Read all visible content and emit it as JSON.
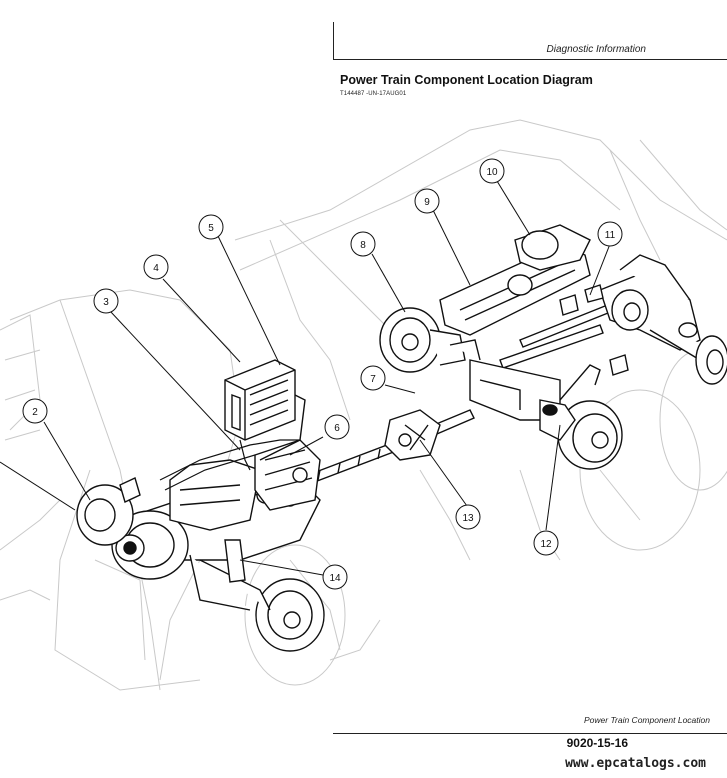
{
  "header": {
    "section": "Diagnostic Information"
  },
  "title": "Power Train Component Location Diagram",
  "figure_ref": "T144487   -UN-17AUG01",
  "callouts": [
    "2",
    "3",
    "4",
    "5",
    "6",
    "7",
    "8",
    "9",
    "10",
    "11",
    "12",
    "13",
    "14"
  ],
  "footer": {
    "caption": "Power Train Component Location",
    "page_number": "9020-15-16",
    "watermark": "www.epcatalogs.com"
  }
}
